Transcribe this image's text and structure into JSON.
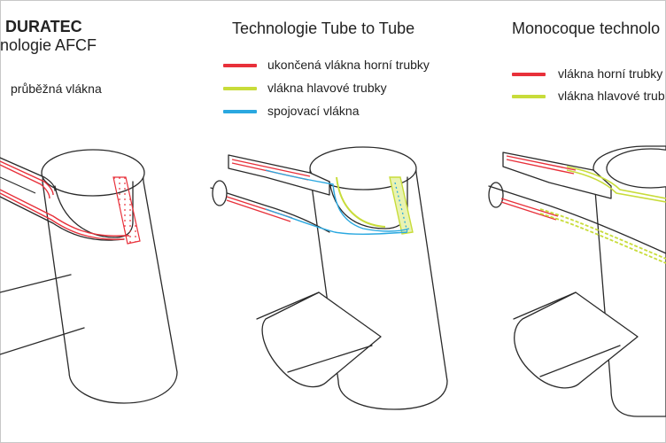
{
  "panels": [
    {
      "title_line1": "DURATEC",
      "title_line2": "nologie AFCF",
      "legend": [
        {
          "label": "průběžná vlákna",
          "color": ""
        }
      ]
    },
    {
      "title": "Technologie Tube to Tube",
      "legend": [
        {
          "label": "ukončená vlákna horní trubky",
          "color": "#e8303a"
        },
        {
          "label": "vlákna hlavové trubky",
          "color": "#c8dc3a"
        },
        {
          "label": "spojovací vlákna",
          "color": "#2aa8e0"
        }
      ]
    },
    {
      "title": "Monocoque technolo",
      "legend": [
        {
          "label": "vlákna horní trubky",
          "color": "#e8303a"
        },
        {
          "label": "vlákna hlavové trub",
          "color": "#c8dc3a"
        }
      ]
    }
  ],
  "colors": {
    "red": "#e8303a",
    "green": "#c8dc3a",
    "blue": "#2aa8e0",
    "outline": "#2a2a2a"
  }
}
